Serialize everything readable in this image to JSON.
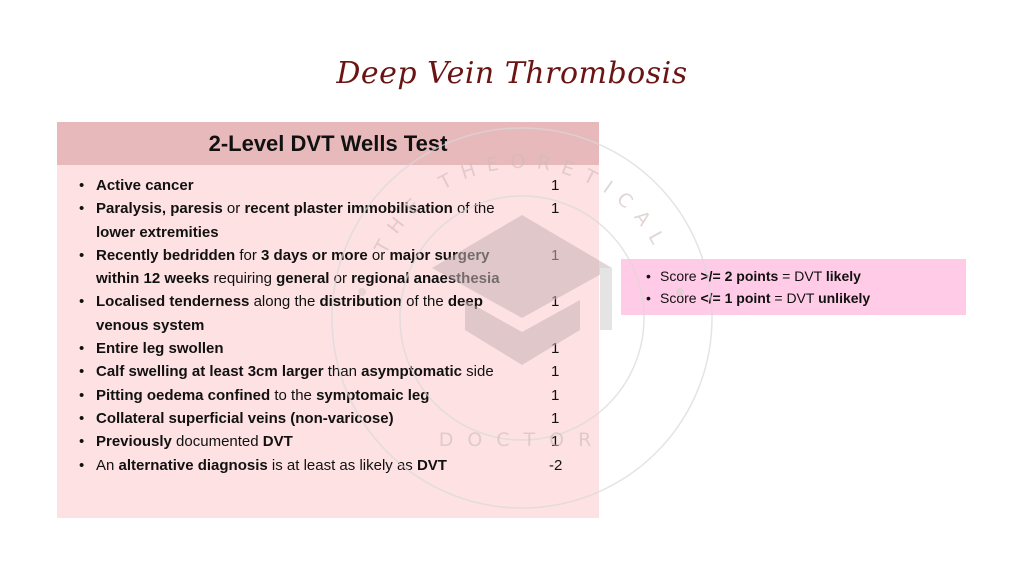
{
  "title": "Deep Vein Thrombosis",
  "colors": {
    "title": "#6b1414",
    "header_bg": "#e8b9bb",
    "box_bg": "#fde1e3",
    "interp_bg": "#ffcbe6"
  },
  "watermark": {
    "top_text": "THE THEORETICAL",
    "bottom_text": "DOCTOR",
    "icon": "graduation-cap-icon"
  },
  "wells": {
    "header": "2-Level DVT Wells Test",
    "criteria": [
      {
        "parts": [
          {
            "t": "Active cancer",
            "b": true
          }
        ],
        "score": "1"
      },
      {
        "parts": [
          {
            "t": "Paralysis, paresis",
            "b": true
          },
          {
            "t": " or ",
            "b": false
          },
          {
            "t": "recent plaster immobilisation",
            "b": true
          },
          {
            "t": " of the ",
            "b": false
          },
          {
            "t": "lower extremities",
            "b": true
          }
        ],
        "score": "1"
      },
      {
        "parts": [
          {
            "t": "Recently bedridden",
            "b": true
          },
          {
            "t": " for ",
            "b": false
          },
          {
            "t": "3 days or more",
            "b": true
          },
          {
            "t": " or ",
            "b": false
          },
          {
            "t": "major surgery within 12 weeks",
            "b": true
          },
          {
            "t": " requiring ",
            "b": false
          },
          {
            "t": "general",
            "b": true
          },
          {
            "t": " or ",
            "b": false
          },
          {
            "t": "regional anaesthesia",
            "b": true
          }
        ],
        "score": "1"
      },
      {
        "parts": [
          {
            "t": "Localised tenderness",
            "b": true
          },
          {
            "t": " along the ",
            "b": false
          },
          {
            "t": "distribution",
            "b": true
          },
          {
            "t": " of the ",
            "b": false
          },
          {
            "t": "deep venous system",
            "b": true
          }
        ],
        "score": "1"
      },
      {
        "parts": [
          {
            "t": "Entire leg swollen",
            "b": true
          }
        ],
        "score": "1"
      },
      {
        "parts": [
          {
            "t": "Calf swelling at least 3cm larger",
            "b": true
          },
          {
            "t": " than ",
            "b": false
          },
          {
            "t": "asymptomatic",
            "b": true
          },
          {
            "t": " side",
            "b": false
          }
        ],
        "score": "1"
      },
      {
        "parts": [
          {
            "t": "Pitting oedema confined",
            "b": true
          },
          {
            "t": " to the ",
            "b": false
          },
          {
            "t": "symptomaic leg",
            "b": true
          }
        ],
        "score": "1"
      },
      {
        "parts": [
          {
            "t": "Collateral superficial veins (non-varicose)",
            "b": true
          }
        ],
        "score": "1"
      },
      {
        "parts": [
          {
            "t": "Previously",
            "b": true
          },
          {
            "t": " documented ",
            "b": false
          },
          {
            "t": "DVT",
            "b": true
          }
        ],
        "score": "1"
      },
      {
        "parts": [
          {
            "t": "An ",
            "b": false
          },
          {
            "t": "alternative diagnosis",
            "b": true
          },
          {
            "t": " is at least as likely as ",
            "b": false
          },
          {
            "t": "DVT",
            "b": true
          }
        ],
        "score": "-2"
      }
    ]
  },
  "interpretation": [
    {
      "parts": [
        {
          "t": "Score ",
          "b": false
        },
        {
          "t": ">/= 2 points",
          "b": true
        },
        {
          "t": " = DVT ",
          "b": false
        },
        {
          "t": "likely",
          "b": true
        }
      ]
    },
    {
      "parts": [
        {
          "t": "Score ",
          "b": false
        },
        {
          "t": "</= 1 point",
          "b": true
        },
        {
          "t": " = DVT ",
          "b": false
        },
        {
          "t": "unlikely",
          "b": true
        }
      ]
    }
  ]
}
